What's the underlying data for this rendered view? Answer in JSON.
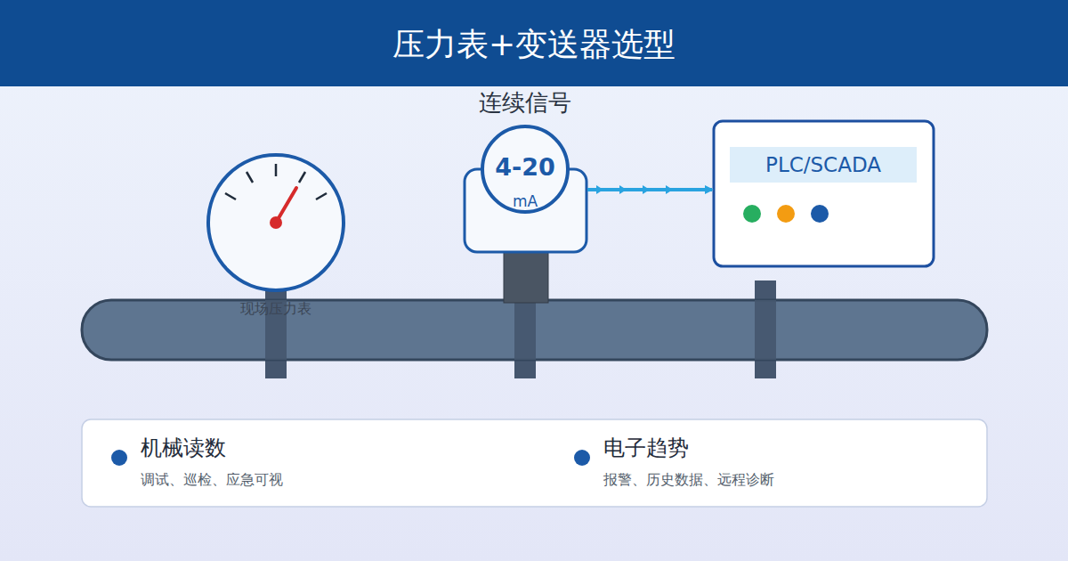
{
  "diagram": {
    "title": "压力表+变送器选型",
    "nodes": [
      {
        "text": [
          "现场压力表"
        ]
      },
      {
        "text": [
          "连续信号",
          "4-20",
          "mA"
        ]
      },
      {
        "text": [
          "PLC/SCADA"
        ]
      },
      {
        "text": [
          "机械读数",
          "调试、巡检、应急可视"
        ]
      },
      {
        "text": [
          "电子趋势",
          "报警、历史数据、远程诊断"
        ]
      }
    ],
    "edges": [
      {
        "from": 1,
        "to": 2,
        "arrow": "to"
      }
    ]
  }
}
